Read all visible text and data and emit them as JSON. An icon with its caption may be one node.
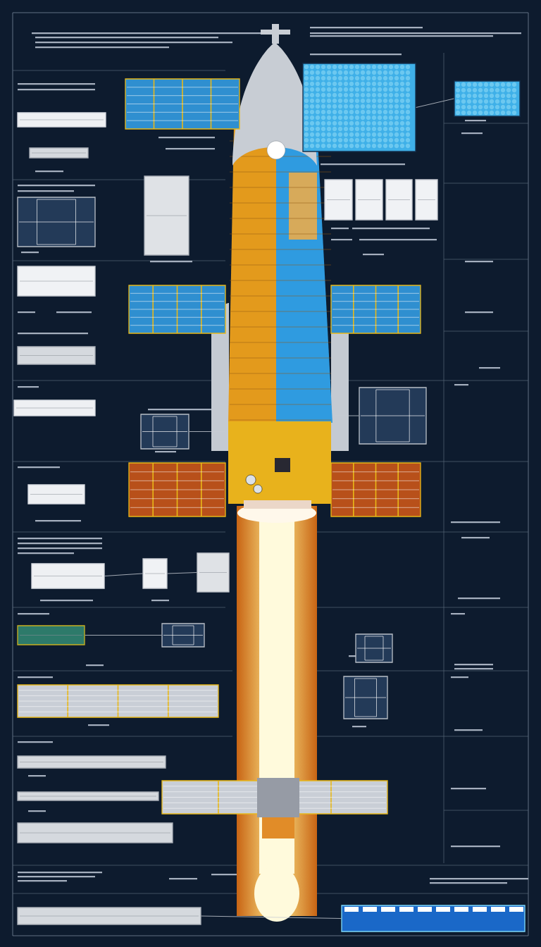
{
  "diagram": {
    "nodes": [
      {
        "text": [],
        "shape": "picture"
      },
      {
        "text": [],
        "shape": "picture"
      },
      {
        "text": [],
        "shape": "picture"
      },
      {
        "text": [],
        "shape": "picture"
      },
      {
        "text": [],
        "shape": "picture"
      },
      {
        "text": [],
        "shape": "picture"
      },
      {
        "text": [],
        "shape": "picture"
      },
      {
        "text": [],
        "shape": "picture"
      },
      {
        "text": [],
        "shape": "picture"
      },
      {
        "text": [],
        "shape": "picture"
      },
      {
        "text": [],
        "shape": "picture"
      },
      {
        "text": [],
        "shape": "picture"
      },
      {
        "text": [],
        "shape": "picture"
      },
      {
        "text": [],
        "shape": "picture"
      },
      {
        "text": [],
        "shape": "picture"
      },
      {
        "text": [],
        "shape": "picture"
      },
      {
        "text": [],
        "shape": "picture"
      },
      {
        "text": [],
        "shape": "picture"
      },
      {
        "text": [],
        "shape": "picture"
      },
      {
        "text": [],
        "shape": "picture"
      },
      {
        "text": [],
        "shape": "picture"
      },
      {
        "text": [],
        "shape": "picture"
      },
      {
        "text": [],
        "shape": "picture"
      },
      {
        "text": [],
        "shape": "picture"
      },
      {
        "text": [],
        "shape": "picture"
      },
      {
        "text": [],
        "shape": "picture"
      },
      {
        "text": [],
        "shape": "picture"
      },
      {
        "text": [],
        "shape": "picture"
      },
      {
        "text": [],
        "shape": "picture"
      },
      {
        "text": [],
        "shape": "picture"
      },
      {
        "text": [],
        "shape": "picture"
      },
      {
        "text": [],
        "shape": "picture"
      },
      {
        "text": [],
        "shape": "picture"
      },
      {
        "text": [],
        "shape": "picture"
      },
      {
        "text": [],
        "shape": "picture"
      },
      {
        "text": [],
        "shape": "picture"
      }
    ],
    "edges": [
      {
        "from": 2,
        "to": 3,
        "arrow": "none"
      },
      {
        "from": 21,
        "to": 22,
        "arrow": "none"
      },
      {
        "from": 22,
        "to": 23,
        "arrow": "none"
      },
      {
        "from": 24,
        "to": 25,
        "arrow": "none"
      },
      {
        "from": 0,
        "to": 34,
        "arrow": "none"
      },
      {
        "from": 35,
        "to": 0,
        "arrow": "none"
      },
      {
        "from": 30,
        "to": 31,
        "arrow": "none"
      }
    ]
  }
}
